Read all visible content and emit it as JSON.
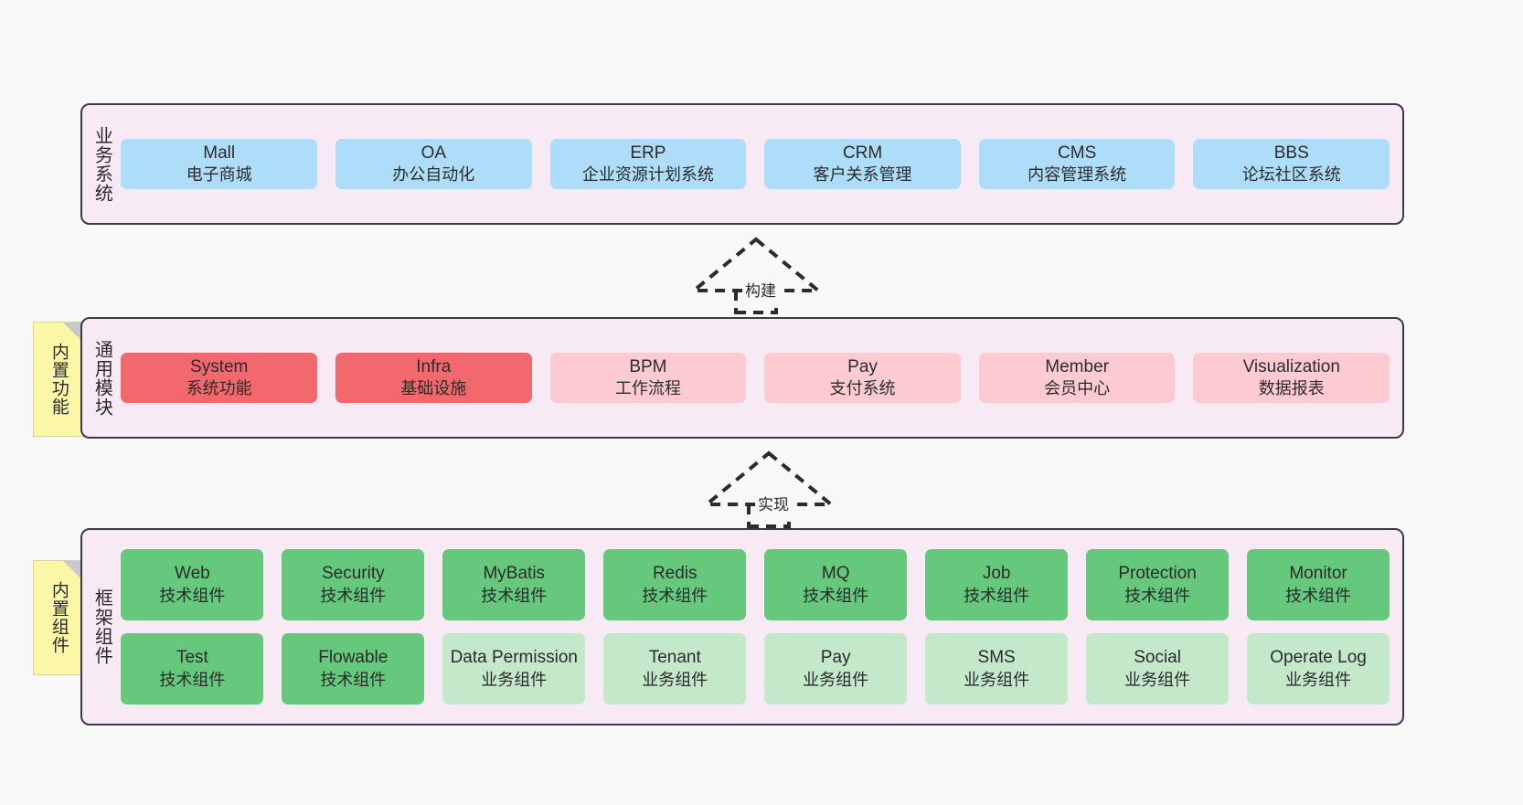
{
  "diagram": {
    "background_color": "#f8f8f8",
    "layer_background": "#f8eaf5",
    "layer_border": "#3b3b47",
    "sticky_color": "#fbf7a6"
  },
  "layers": [
    {
      "id": "business-system",
      "caption": "业务系统",
      "sticky": null,
      "rows": [
        {
          "cards": [
            {
              "name": "Mall",
              "desc": "电子商城",
              "color": "#aeddf9",
              "style": "c-blue"
            },
            {
              "name": "OA",
              "desc": "办公自动化",
              "color": "#aeddf9",
              "style": "c-blue"
            },
            {
              "name": "ERP",
              "desc": "企业资源计划系统",
              "color": "#aeddf9",
              "style": "c-blue"
            },
            {
              "name": "CRM",
              "desc": "客户关系管理",
              "color": "#aeddf9",
              "style": "c-blue"
            },
            {
              "name": "CMS",
              "desc": "内容管理系统",
              "color": "#aeddf9",
              "style": "c-blue"
            },
            {
              "name": "BBS",
              "desc": "论坛社区系统",
              "color": "#aeddf9",
              "style": "c-blue"
            }
          ]
        }
      ]
    },
    {
      "id": "common-module",
      "caption": "通用模块",
      "sticky": "内置功能",
      "rows": [
        {
          "cards": [
            {
              "name": "System",
              "desc": "系统功能",
              "color": "#f2686d",
              "style": "c-red"
            },
            {
              "name": "Infra",
              "desc": "基础设施",
              "color": "#f2686d",
              "style": "c-red"
            },
            {
              "name": "BPM",
              "desc": "工作流程",
              "color": "#fccbd2",
              "style": "c-pink"
            },
            {
              "name": "Pay",
              "desc": "支付系统",
              "color": "#fccbd2",
              "style": "c-pink"
            },
            {
              "name": "Member",
              "desc": "会员中心",
              "color": "#fccbd2",
              "style": "c-pink"
            },
            {
              "name": "Visualization",
              "desc": "数据报表",
              "color": "#fccbd2",
              "style": "c-pink"
            }
          ]
        }
      ]
    },
    {
      "id": "framework-component",
      "caption": "框架组件",
      "sticky": "内置组件",
      "rows": [
        {
          "cards": [
            {
              "name": "Web",
              "desc": "技术组件",
              "color": "#66c87d",
              "style": "c-green"
            },
            {
              "name": "Security",
              "desc": "技术组件",
              "color": "#66c87d",
              "style": "c-green"
            },
            {
              "name": "MyBatis",
              "desc": "技术组件",
              "color": "#66c87d",
              "style": "c-green"
            },
            {
              "name": "Redis",
              "desc": "技术组件",
              "color": "#66c87d",
              "style": "c-green"
            },
            {
              "name": "MQ",
              "desc": "技术组件",
              "color": "#66c87d",
              "style": "c-green"
            },
            {
              "name": "Job",
              "desc": "技术组件",
              "color": "#66c87d",
              "style": "c-green"
            },
            {
              "name": "Protection",
              "desc": "技术组件",
              "color": "#66c87d",
              "style": "c-green"
            },
            {
              "name": "Monitor",
              "desc": "技术组件",
              "color": "#66c87d",
              "style": "c-green"
            }
          ]
        },
        {
          "cards": [
            {
              "name": "Test",
              "desc": "技术组件",
              "color": "#66c87d",
              "style": "c-green"
            },
            {
              "name": "Flowable",
              "desc": "技术组件",
              "color": "#66c87d",
              "style": "c-green"
            },
            {
              "name": "Data Permission",
              "desc": "业务组件",
              "color": "#c3e8ca",
              "style": "c-greenlight"
            },
            {
              "name": "Tenant",
              "desc": "业务组件",
              "color": "#c3e8ca",
              "style": "c-greenlight"
            },
            {
              "name": "Pay",
              "desc": "业务组件",
              "color": "#c3e8ca",
              "style": "c-greenlight"
            },
            {
              "name": "SMS",
              "desc": "业务组件",
              "color": "#c3e8ca",
              "style": "c-greenlight"
            },
            {
              "name": "Social",
              "desc": "业务组件",
              "color": "#c3e8ca",
              "style": "c-greenlight"
            },
            {
              "name": "Operate Log",
              "desc": "业务组件",
              "color": "#c3e8ca",
              "style": "c-greenlight"
            }
          ]
        }
      ]
    }
  ],
  "connectors": [
    {
      "id": "build",
      "label": "构建"
    },
    {
      "id": "implement",
      "label": "实现"
    }
  ]
}
